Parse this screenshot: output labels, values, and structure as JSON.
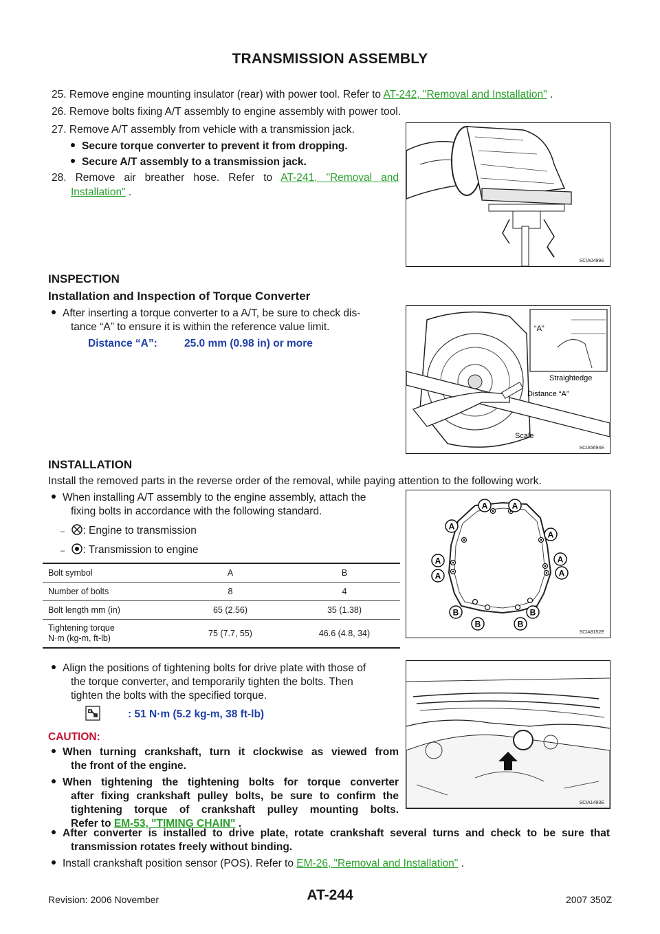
{
  "header": {
    "title": "TRANSMISSION ASSEMBLY"
  },
  "steps": {
    "s25": {
      "num": "25.",
      "text": "Remove engine mounting insulator (rear) with power tool. Refer to ",
      "link": "AT-242, \"Removal and Installation\"",
      "tail": " ."
    },
    "s26": {
      "num": "26.",
      "text": "Remove bolts fixing A/T assembly to engine assembly with power tool."
    },
    "s27": {
      "num": "27.",
      "text": "Remove A/T assembly from vehicle with a transmission jack."
    },
    "s27_bullets": [
      "Secure torque converter to prevent it from dropping.",
      "Secure A/T assembly to a transmission jack."
    ],
    "s28": {
      "num": "28.",
      "text": "Remove air breather hose. Refer to ",
      "link_line1": "AT-241, \"Removal and",
      "link_line2": "Installation\"",
      "tail": " ."
    }
  },
  "inspection": {
    "heading": "INSPECTION",
    "subheading": "Installation and Inspection of Torque Converter",
    "bullet_line1": "After inserting a torque converter to a A/T, be sure to check dis-",
    "bullet_line2": "tance “A” to ensure it is within the reference value limit.",
    "spec_label": "Distance “A”:",
    "spec_value": "25.0 mm (0.98 in) or more"
  },
  "installation": {
    "heading": "INSTALLATION",
    "intro": "Install the removed parts in the reverse order of the removal, while paying attention to the following work.",
    "bullet1_line1": "When installing A/T assembly to the engine assembly, attach the",
    "bullet1_line2": "fixing bolts in accordance with the following standard.",
    "dash1": ": Engine to transmission",
    "dash2": ": Transmission to engine",
    "dash_mark": "–",
    "table": {
      "rows": [
        [
          "Bolt symbol",
          "A",
          "B"
        ],
        [
          "Number of bolts",
          "8",
          "4"
        ],
        [
          "Bolt length    mm (in)",
          "65 (2.56)",
          "35 (1.38)"
        ],
        [
          "Tightening torque\nN·m (kg-m, ft-lb)",
          "75 (7.7, 55)",
          "46.6 (4.8, 34)"
        ]
      ]
    },
    "bullet2_line1": "Align the positions of tightening bolts for drive plate with those of",
    "bullet2_line2": "the torque converter, and temporarily tighten the bolts. Then",
    "bullet2_line3": "tighten the bolts with the specified torque.",
    "torque_spec": ": 51 N·m (5.2 kg-m, 38 ft-lb)",
    "caution_label": "CAUTION:",
    "caution1_line1": "When turning crankshaft, turn it clockwise as viewed from",
    "caution1_line2": "the front of the engine.",
    "caution2_line1": "When tightening the tightening bolts for torque converter",
    "caution2_line2": "after fixing crankshaft pulley bolts, be sure to confirm the",
    "caution2_line3": "tightening torque of crankshaft pulley mounting bolts.",
    "caution2_line4_pre": "Refer to ",
    "caution2_link": "EM-53, \"TIMING CHAIN\"",
    "caution2_tail": " .",
    "bullet3_line1": "After converter is installed to drive plate, rotate crankshaft several turns and check to be sure that",
    "bullet3_line2": "transmission rotates freely without binding.",
    "bullet4_pre": "Install crankshaft position sensor (POS). Refer to ",
    "bullet4_link": "EM-26, \"Removal and Installation\"",
    "bullet4_tail": " ."
  },
  "figures": {
    "fig1": {
      "code": "SCIA0499E"
    },
    "fig2": {
      "code": "SCIA5694E",
      "label_a": "“A”",
      "label_straightedge": "Straightedge",
      "label_distance": "Distance “A”",
      "label_scale": "Scale"
    },
    "fig3": {
      "code": "SCIA8152E",
      "bolt_a": "A",
      "bolt_b": "B"
    },
    "fig4": {
      "code": "SCIA1493E"
    }
  },
  "footer": {
    "revision": "Revision: 2006 November",
    "page": "AT-244",
    "model": "2007 350Z"
  }
}
